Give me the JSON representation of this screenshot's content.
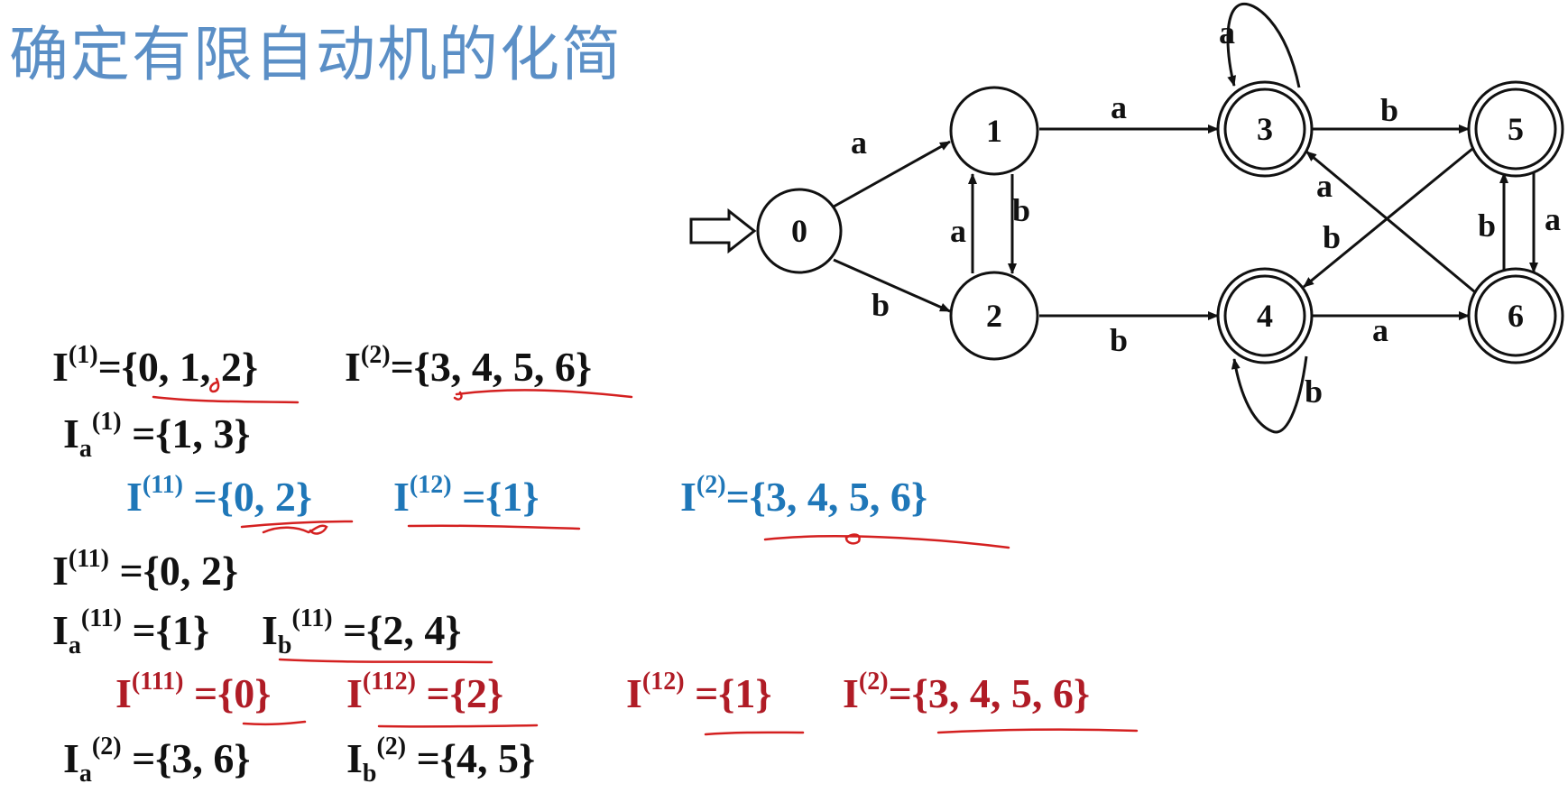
{
  "title": "确定有限自动机的化简",
  "colors": {
    "title": "#5b8fc6",
    "black": "#111111",
    "blue": "#1f77b8",
    "red": "#b01c26",
    "ink": "#d42020"
  },
  "dfa": {
    "start_state": "0",
    "final_states": [
      "3",
      "4",
      "5",
      "6"
    ],
    "states": [
      "0",
      "1",
      "2",
      "3",
      "4",
      "5",
      "6"
    ],
    "edges": [
      {
        "from": "0",
        "to": "1",
        "label": "a"
      },
      {
        "from": "0",
        "to": "2",
        "label": "b"
      },
      {
        "from": "1",
        "to": "3",
        "label": "a"
      },
      {
        "from": "1",
        "to": "2",
        "label": "b"
      },
      {
        "from": "2",
        "to": "1",
        "label": "a"
      },
      {
        "from": "2",
        "to": "4",
        "label": "b"
      },
      {
        "from": "3",
        "to": "3",
        "label": "a"
      },
      {
        "from": "3",
        "to": "5",
        "label": "b"
      },
      {
        "from": "4",
        "to": "6",
        "label": "a"
      },
      {
        "from": "4",
        "to": "4",
        "label": "b"
      },
      {
        "from": "5",
        "to": "6",
        "label": "a"
      },
      {
        "from": "5",
        "to": "4",
        "label": "b"
      },
      {
        "from": "6",
        "to": "3",
        "label": "a"
      },
      {
        "from": "6",
        "to": "5",
        "label": "b"
      }
    ]
  },
  "equations": {
    "row1": {
      "part1": {
        "sup": "(1)",
        "rhs": "={0, 1, 2}"
      },
      "part2": {
        "sup": "(2)",
        "rhs": "={3, 4, 5, 6}"
      }
    },
    "row2": {
      "sub": "a",
      "sup": "(1)",
      "rhs": " ={1, 3}"
    },
    "row3": {
      "part1": {
        "sup": "(11)",
        "rhs": " ={0, 2}"
      },
      "part2": {
        "sup": "(12)",
        "rhs": " ={1}"
      },
      "part3": {
        "sup": "(2)",
        "rhs": "={3, 4, 5, 6}"
      }
    },
    "row4": {
      "sup": "(11)",
      "rhs": " ={0, 2}"
    },
    "row5": {
      "part1": {
        "sub": "a",
        "sup": "(11)",
        "rhs": " ={1}"
      },
      "part2": {
        "sub": "b",
        "sup": "(11)",
        "rhs": " ={2, 4}"
      }
    },
    "row6": {
      "part1": {
        "sup": "(111)",
        "rhs": " ={0}"
      },
      "part2": {
        "sup": "(112)",
        "rhs": " ={2}"
      },
      "part3": {
        "sup": "(12)",
        "rhs": " ={1}"
      },
      "part4": {
        "sup": "(2)",
        "rhs": "={3, 4, 5, 6}"
      }
    },
    "row7": {
      "part1": {
        "sub": "a",
        "sup": "(2)",
        "rhs": " ={3,  6}"
      },
      "part2": {
        "sub": "b",
        "sup": "(2)",
        "rhs": " ={4,  5}"
      }
    }
  }
}
